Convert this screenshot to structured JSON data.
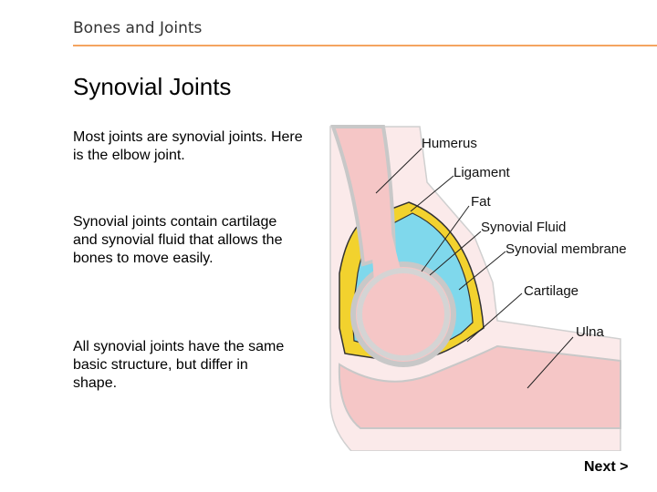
{
  "header": {
    "section_title": "Bones and Joints"
  },
  "slide": {
    "title": "Synovial Joints",
    "paragraphs": [
      "Most joints are synovial joints. Here is the elbow joint.",
      "Synovial joints contain cartilage and synovial fluid that allows the bones to move easily.",
      "All synovial joints have the same basic structure, but differ in shape."
    ]
  },
  "diagram": {
    "labels": {
      "humerus": "Humerus",
      "ligament": "Ligament",
      "fat": "Fat",
      "synovial_fluid": "Synovial Fluid",
      "synovial_membrane": "Synovial membrane",
      "cartilage": "Cartilage",
      "ulna": "Ulna"
    },
    "colors": {
      "bone": "#f5c6c6",
      "bone_outline": "#c8c8c8",
      "cartilage": "#c8c8c8",
      "synovial_fluid": "#7fd8ec",
      "fat": "#f2d22e",
      "skin": "#fbeaea"
    }
  },
  "nav": {
    "next_label": "Next >"
  }
}
